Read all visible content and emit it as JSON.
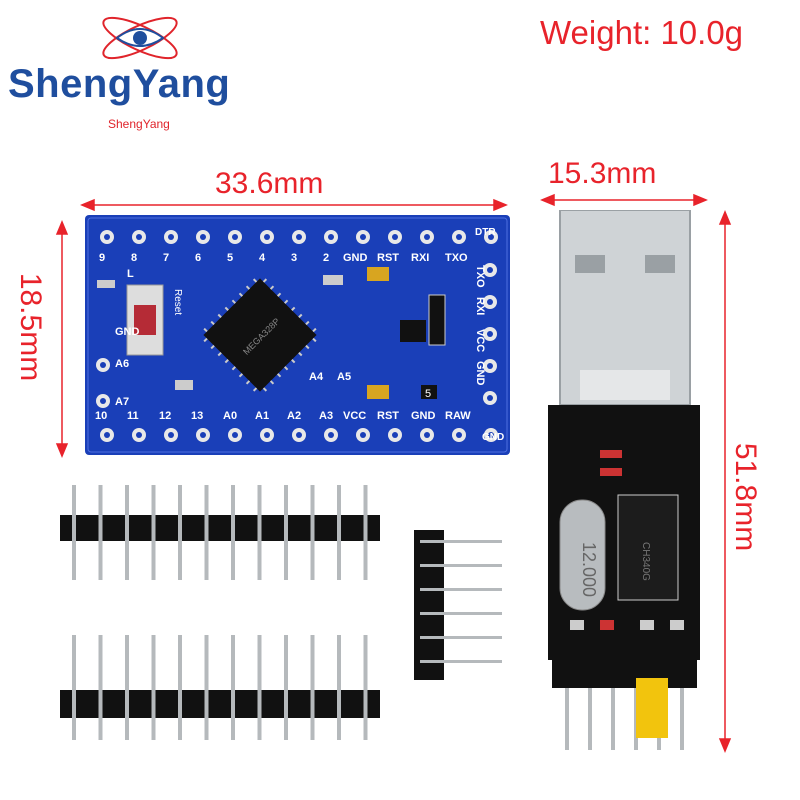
{
  "brand": {
    "name": "ShengYang",
    "sub": "ShengYang"
  },
  "weight_label": "Weight: 10.0g",
  "dimensions": {
    "board_width": "33.6mm",
    "board_height": "18.5mm",
    "usb_width": "15.3mm",
    "usb_length": "51.8mm"
  },
  "board": {
    "top_pins": [
      "9",
      "8",
      "7",
      "6",
      "5",
      "4",
      "3",
      "2",
      "GND",
      "RST",
      "RXI",
      "TXO"
    ],
    "dtr": "DTR",
    "right_pins": [
      "TXO",
      "RXI",
      "VCC",
      "GND"
    ],
    "bottom_pins": [
      "10",
      "11",
      "12",
      "13",
      "A0",
      "A1",
      "A2",
      "A3",
      "VCC",
      "RST",
      "GND",
      "RAW"
    ],
    "gnd_bottom": "GND",
    "left_labels": [
      "GND",
      "A6",
      "A7"
    ],
    "a4": "A4",
    "a5": "A5",
    "reset": "Reset",
    "chip_text": "MEGA328P",
    "led": "L",
    "five": "5"
  },
  "usb": {
    "crystal": "12.000",
    "ic": "CH340G"
  },
  "colors": {
    "pcb_blue": "#1a3fb8",
    "dim_red": "#e8232b",
    "brand_blue": "#1f4e9e"
  }
}
